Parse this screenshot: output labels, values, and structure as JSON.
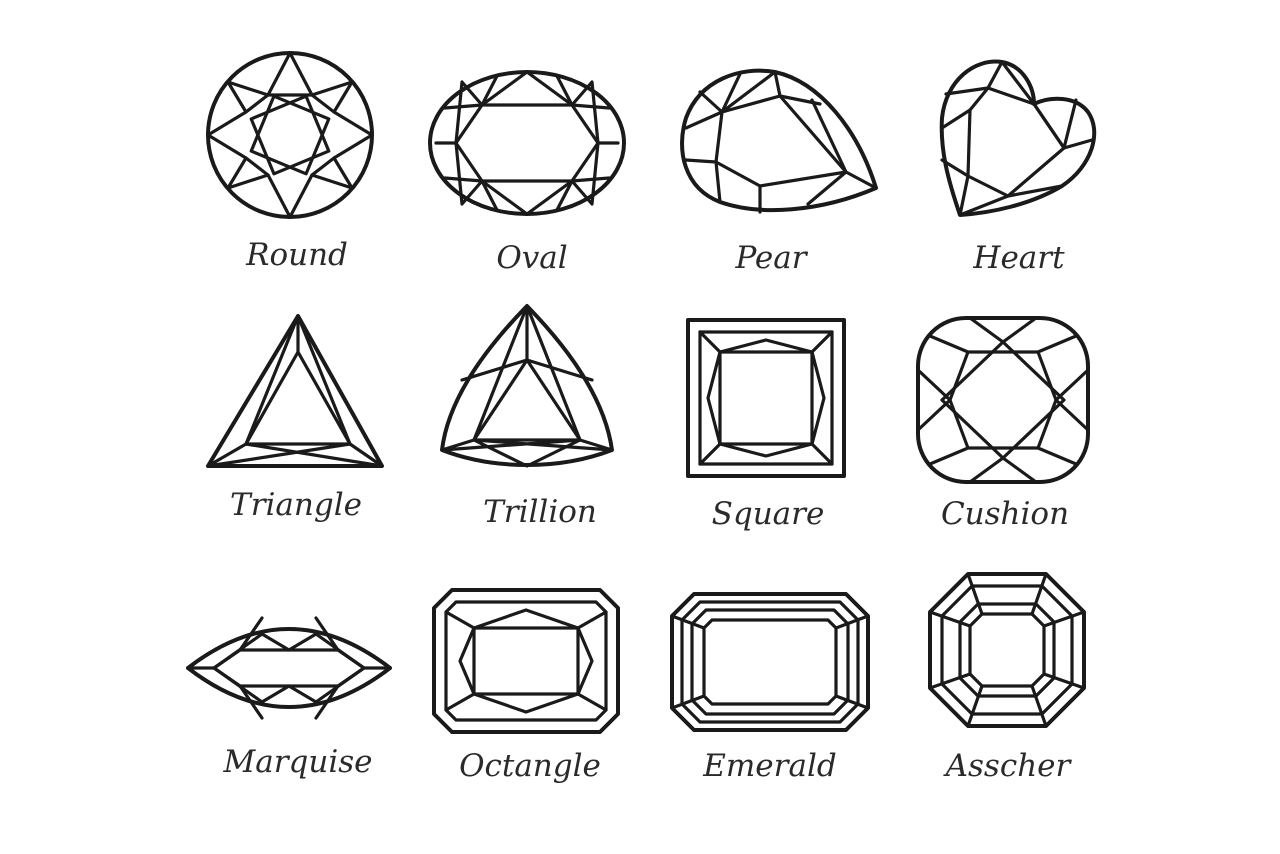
{
  "shapes": [
    {
      "label": "Round"
    },
    {
      "label": "Oval"
    },
    {
      "label": "Pear"
    },
    {
      "label": "Heart"
    },
    {
      "label": "Triangle"
    },
    {
      "label": "Trillion"
    },
    {
      "label": "Square"
    },
    {
      "label": "Cushion"
    },
    {
      "label": "Marquise"
    },
    {
      "label": "Octangle"
    },
    {
      "label": "Emerald"
    },
    {
      "label": "Asscher"
    }
  ]
}
